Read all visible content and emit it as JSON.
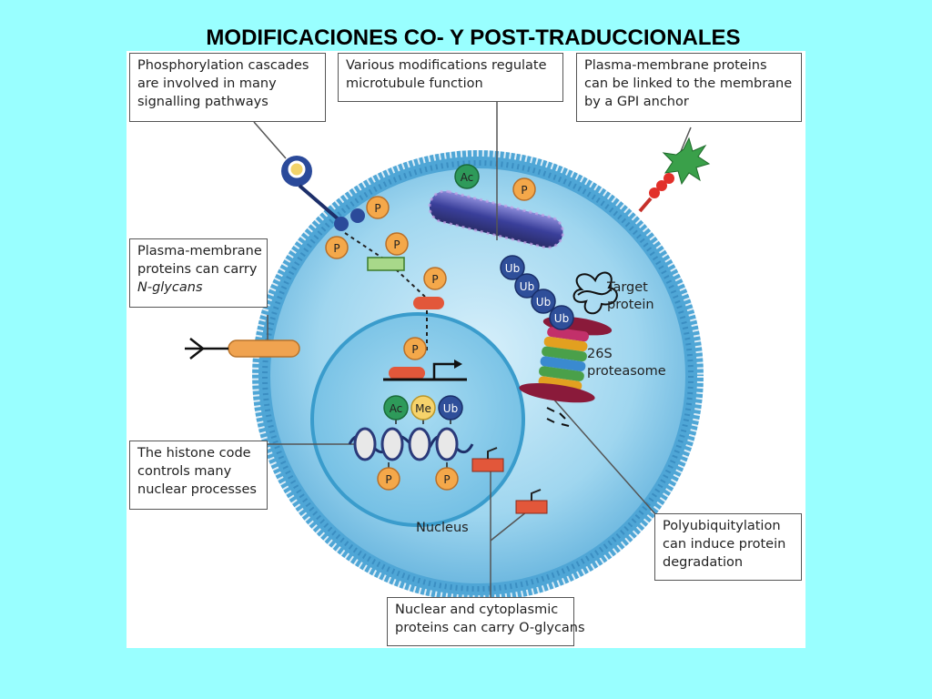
{
  "title": "MODIFICACIONES CO- Y POST-TRADUCCIONALES",
  "callouts": {
    "phosphorylation": [
      "Phosphorylation cascades",
      "are involved in many",
      "signalling pathways"
    ],
    "microtubule": [
      "Various modifications regulate",
      "microtubule function"
    ],
    "gpi": [
      "Plasma-membrane proteins",
      "can be linked to the membrane",
      "by a GPI anchor"
    ],
    "nglycans": [
      "Plasma-membrane",
      "proteins can carry",
      "N-glycans"
    ],
    "histone": [
      "The histone code",
      "controls many",
      "nuclear processes"
    ],
    "polyubiquitylation": [
      "Polyubiquitylation",
      "can induce protein",
      "degradation"
    ],
    "oglycans": [
      "Nuclear and cytoplasmic",
      "proteins can carry O-glycans"
    ]
  },
  "labels": {
    "target_protein": [
      "Target",
      "protein"
    ],
    "proteasome": [
      "26S",
      "proteasome"
    ],
    "nucleus": "Nucleus"
  },
  "badges": {
    "phospho": "P",
    "acetyl": "Ac",
    "methyl": "Me",
    "ubiquitin": "Ub"
  },
  "colors": {
    "background": "#99ffff",
    "cell": "#7cc6e8",
    "membrane": "#52a8d8",
    "phospho": "#f4a84a",
    "acetyl": "#2e9a5a",
    "methyl": "#f6d36b",
    "ubiquitin": "#2f4f9a",
    "glycan": "#e05a42"
  }
}
